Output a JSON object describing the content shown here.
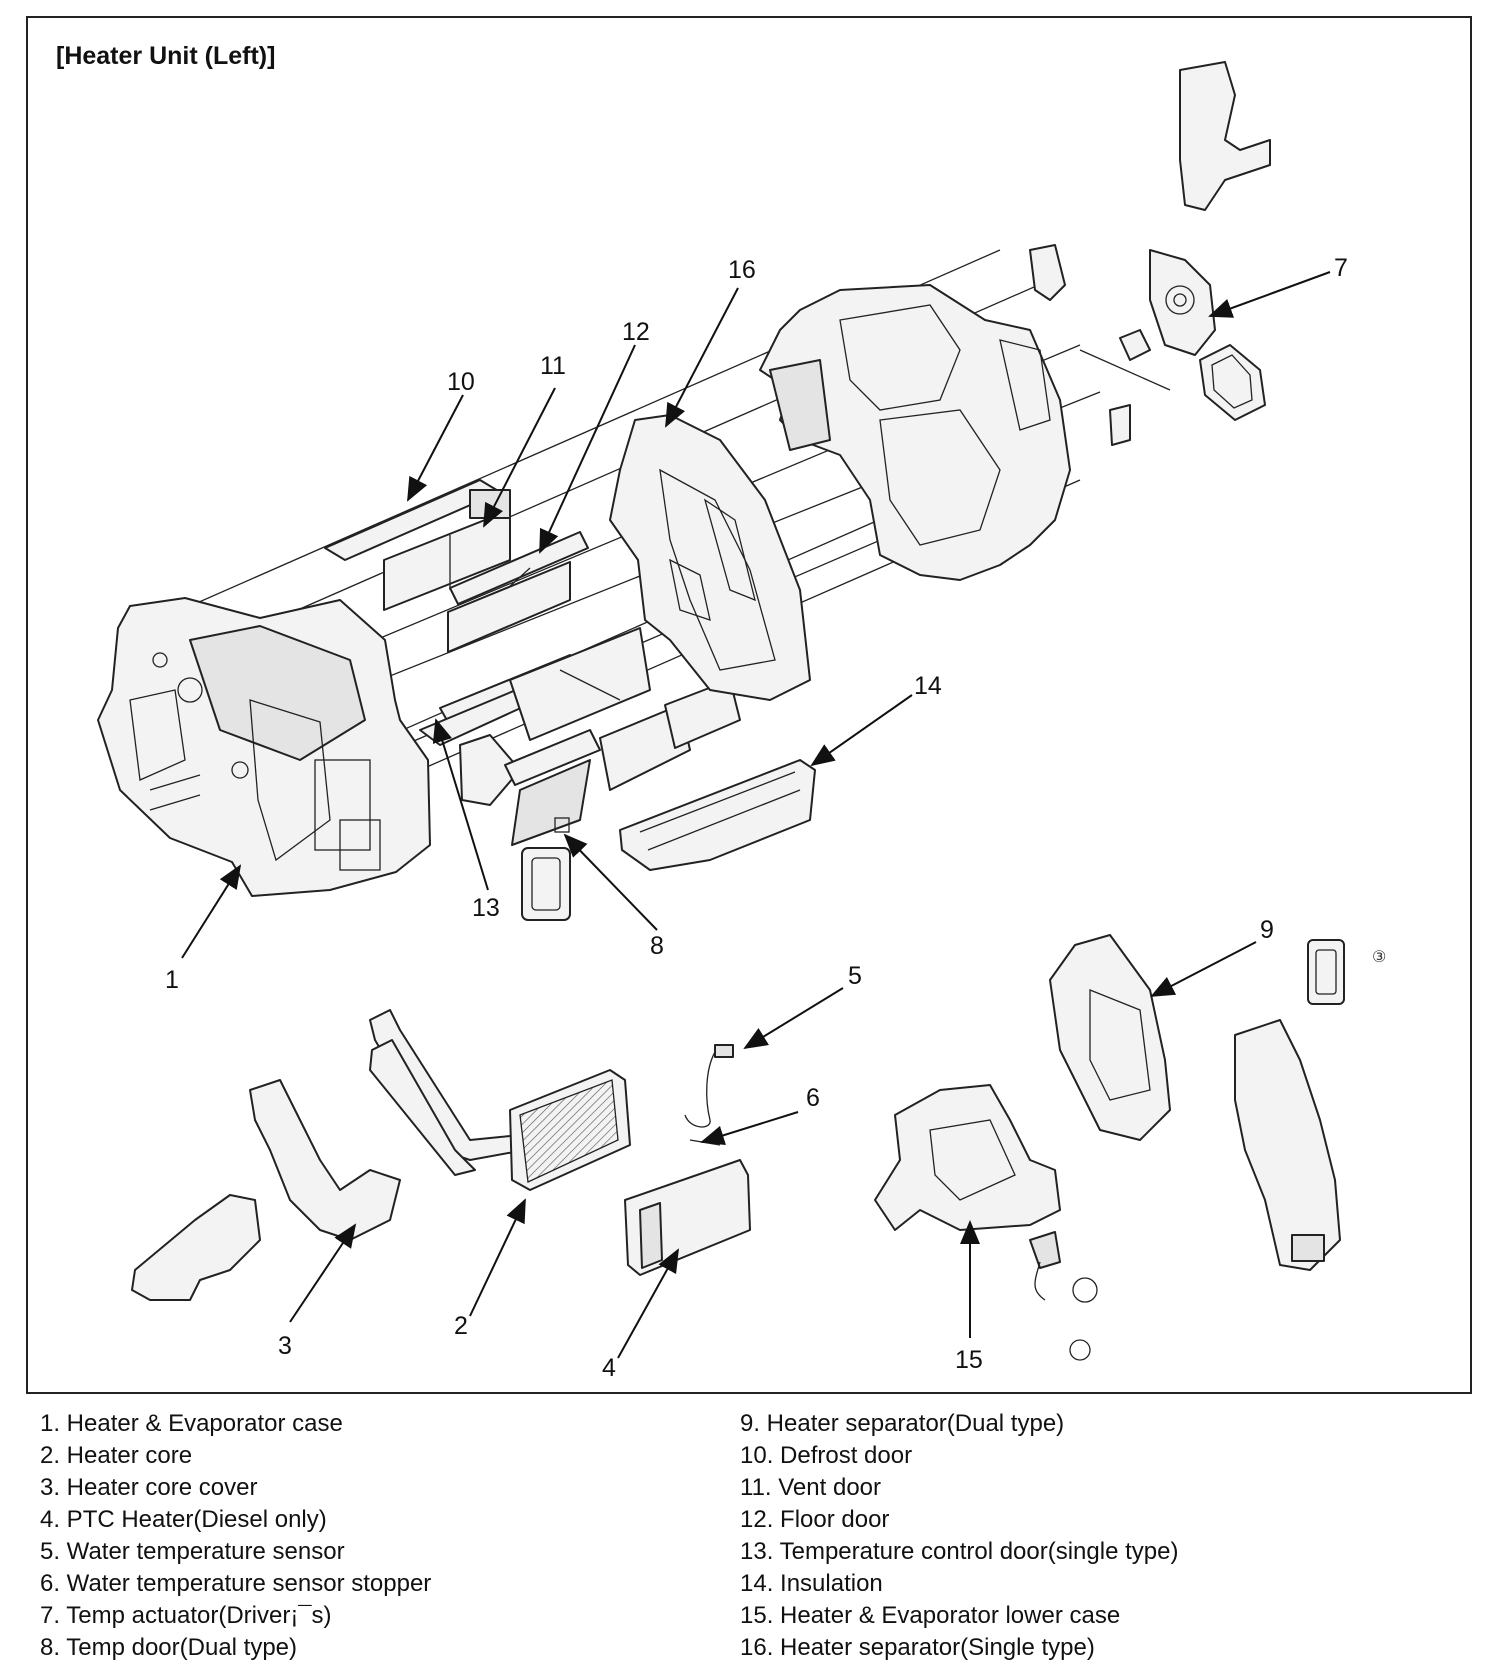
{
  "diagram": {
    "title": "[Heater Unit (Left)]",
    "stray_mark": "③",
    "callouts": [
      "1",
      "2",
      "3",
      "4",
      "5",
      "6",
      "7",
      "8",
      "9",
      "10",
      "11",
      "12",
      "13",
      "14",
      "15",
      "16"
    ]
  },
  "legend": {
    "left": [
      "1. Heater & Evaporator case",
      "2. Heater core",
      "3. Heater core cover",
      "4. PTC Heater(Diesel only)",
      "5. Water temperature sensor",
      "6. Water temperature sensor stopper",
      "7. Temp actuator(Driver¡¯s)",
      "8. Temp door(Dual type)"
    ],
    "right": [
      "9. Heater separator(Dual type)",
      "10. Defrost door",
      "11. Vent door",
      "12. Floor door",
      "13. Temperature control door(single type)",
      "14. Insulation",
      "15. Heater & Evaporator lower case",
      "16. Heater separator(Single type)"
    ]
  }
}
